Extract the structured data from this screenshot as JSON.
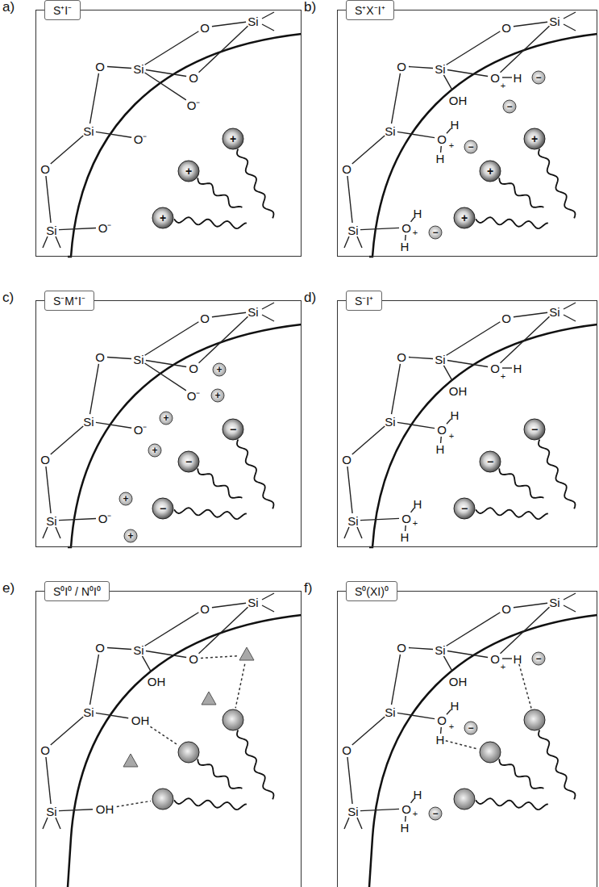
{
  "diagram": {
    "nodes": [
      {
        "text": [
          "a)"
        ]
      },
      {
        "text": [
          "S⁺I⁻"
        ],
        "in": 0
      },
      {
        "text": [
          "b)"
        ]
      },
      {
        "text": [
          "S⁺X⁻I⁺"
        ],
        "in": 2
      },
      {
        "text": [
          "c)"
        ]
      },
      {
        "text": [
          "S⁻M⁺I⁻"
        ],
        "in": 4
      },
      {
        "text": [
          "d)"
        ]
      },
      {
        "text": [
          "S⁻I⁺"
        ],
        "in": 6
      },
      {
        "text": [
          "e)"
        ]
      },
      {
        "text": [
          "S⁰I⁰ / N⁰I⁰"
        ],
        "in": 8
      },
      {
        "text": [
          "f)"
        ]
      },
      {
        "text": [
          "S⁰(XI)⁰"
        ],
        "in": 10
      }
    ],
    "labels": [
      "O",
      "Si",
      "O",
      "Si",
      "O",
      "O⁻",
      "Si",
      "O⁻",
      "O",
      "Si",
      "O⁻",
      "+",
      "+",
      "+",
      "O",
      "Si",
      "O",
      "Si",
      "O",
      "+",
      "H",
      "−",
      "−",
      "OH",
      "Si",
      "H",
      "O",
      "+",
      "−",
      "H",
      "O",
      "Si",
      "H",
      "O",
      "+",
      "−",
      "H",
      "+",
      "+",
      "+",
      "O",
      "Si",
      "O",
      "Si",
      "O",
      "+",
      "O⁻",
      "+",
      "Si",
      "O⁻",
      "+",
      "+",
      "O",
      "Si",
      "O⁻",
      "+",
      "+",
      "−",
      "−",
      "−",
      "O",
      "Si",
      "O",
      "Si",
      "O",
      "+",
      "H",
      "OH",
      "Si",
      "H",
      "O",
      "+",
      "H",
      "O",
      "Si",
      "H",
      "O",
      "+",
      "H",
      "−",
      "−",
      "−",
      "O",
      "Si",
      "O",
      "Si",
      "O",
      "OH",
      "Si",
      "OH",
      "O",
      "Si",
      "OH",
      "O",
      "Si",
      "O",
      "Si",
      "O",
      "+",
      "H",
      "−",
      "OH",
      "Si",
      "H",
      "O",
      "+",
      "−",
      "H",
      "O",
      "Si",
      "H",
      "O",
      "+",
      "−",
      "H"
    ]
  }
}
